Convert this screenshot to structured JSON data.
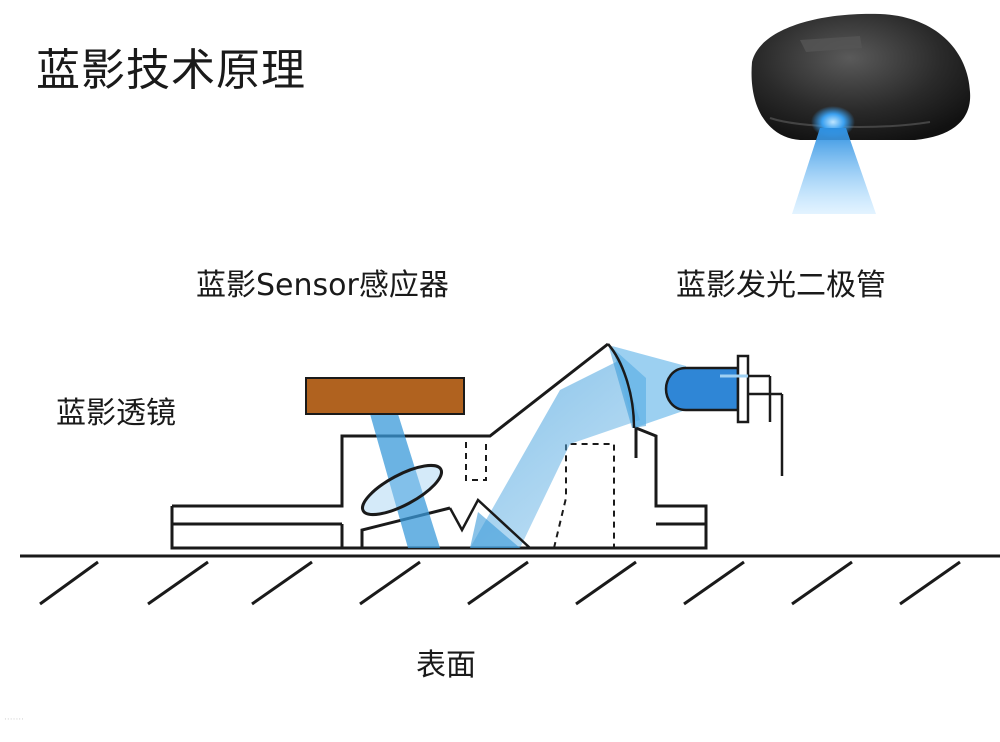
{
  "title": "蓝影技术原理",
  "labels": {
    "sensor": "蓝影Sensor感应器",
    "led": "蓝影发光二极管",
    "lens": "蓝影透镜",
    "surface": "表面"
  },
  "colors": {
    "sensor_chip": "#b0621f",
    "beam_blue": "#3a9ad9",
    "led_blue": "#2f86d6",
    "outline": "#1a1a1a",
    "mouse_body": "#2b2b2b"
  }
}
